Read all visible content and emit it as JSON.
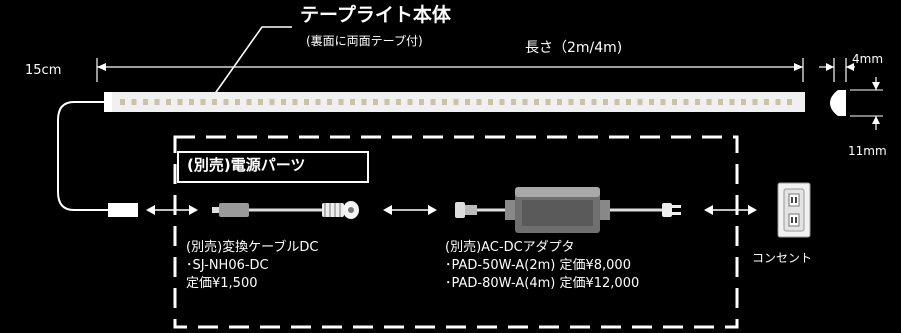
{
  "strip": {
    "title": "テープライト本体",
    "subtitle": "(裏面に両面テープ付)",
    "length_label": "長さ（2m/4m)",
    "cable_label": "15cm",
    "width_label": "4mm",
    "height_label": "11mm"
  },
  "power": {
    "title": "(別売)電源パーツ",
    "cable": {
      "lines": [
        "(別売)変換ケーブルDC",
        "･SJ-NH06-DC",
        " 定価¥1,500"
      ]
    },
    "adapter": {
      "lines": [
        "(別売)AC-DCアダプタ",
        "･PAD-50W-A(2m) 定価¥8,000",
        "･PAD-80W-A(4m) 定価¥12,000"
      ]
    },
    "outlet_label": "コンセント"
  },
  "colors": {
    "background": "#000000",
    "strip_body": "#f0f0f0",
    "led": "#c9c4a8",
    "line": "#ffffff"
  }
}
